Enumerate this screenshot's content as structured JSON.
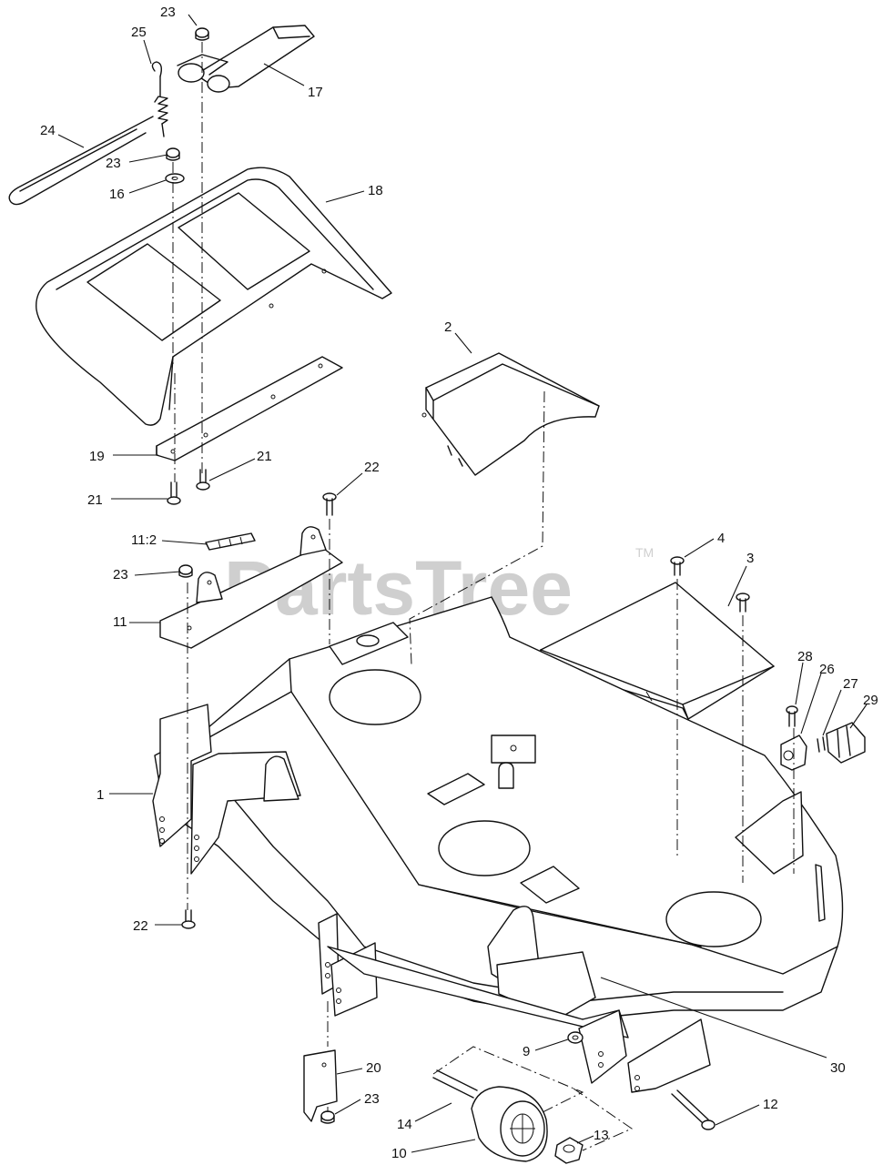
{
  "watermark": {
    "text": "PartsTree",
    "trademark": "TM"
  },
  "callouts": [
    {
      "id": "c23a",
      "label": "23"
    },
    {
      "id": "c25",
      "label": "25"
    },
    {
      "id": "c17",
      "label": "17"
    },
    {
      "id": "c24",
      "label": "24"
    },
    {
      "id": "c23b",
      "label": "23"
    },
    {
      "id": "c16",
      "label": "16"
    },
    {
      "id": "c18",
      "label": "18"
    },
    {
      "id": "c2",
      "label": "2"
    },
    {
      "id": "c19",
      "label": "19"
    },
    {
      "id": "c21a",
      "label": "21"
    },
    {
      "id": "c21b",
      "label": "21"
    },
    {
      "id": "c22a",
      "label": "22"
    },
    {
      "id": "c11_2",
      "label": "11:2"
    },
    {
      "id": "c23c",
      "label": "23"
    },
    {
      "id": "c11",
      "label": "11"
    },
    {
      "id": "c4",
      "label": "4"
    },
    {
      "id": "c3",
      "label": "3"
    },
    {
      "id": "c28",
      "label": "28"
    },
    {
      "id": "c26",
      "label": "26"
    },
    {
      "id": "c27",
      "label": "27"
    },
    {
      "id": "c29",
      "label": "29"
    },
    {
      "id": "c1",
      "label": "1"
    },
    {
      "id": "c22b",
      "label": "22"
    },
    {
      "id": "c9",
      "label": "9"
    },
    {
      "id": "c30",
      "label": "30"
    },
    {
      "id": "c20",
      "label": "20"
    },
    {
      "id": "c23d",
      "label": "23"
    },
    {
      "id": "c12",
      "label": "12"
    },
    {
      "id": "c14",
      "label": "14"
    },
    {
      "id": "c13",
      "label": "13"
    },
    {
      "id": "c10",
      "label": "10"
    }
  ]
}
